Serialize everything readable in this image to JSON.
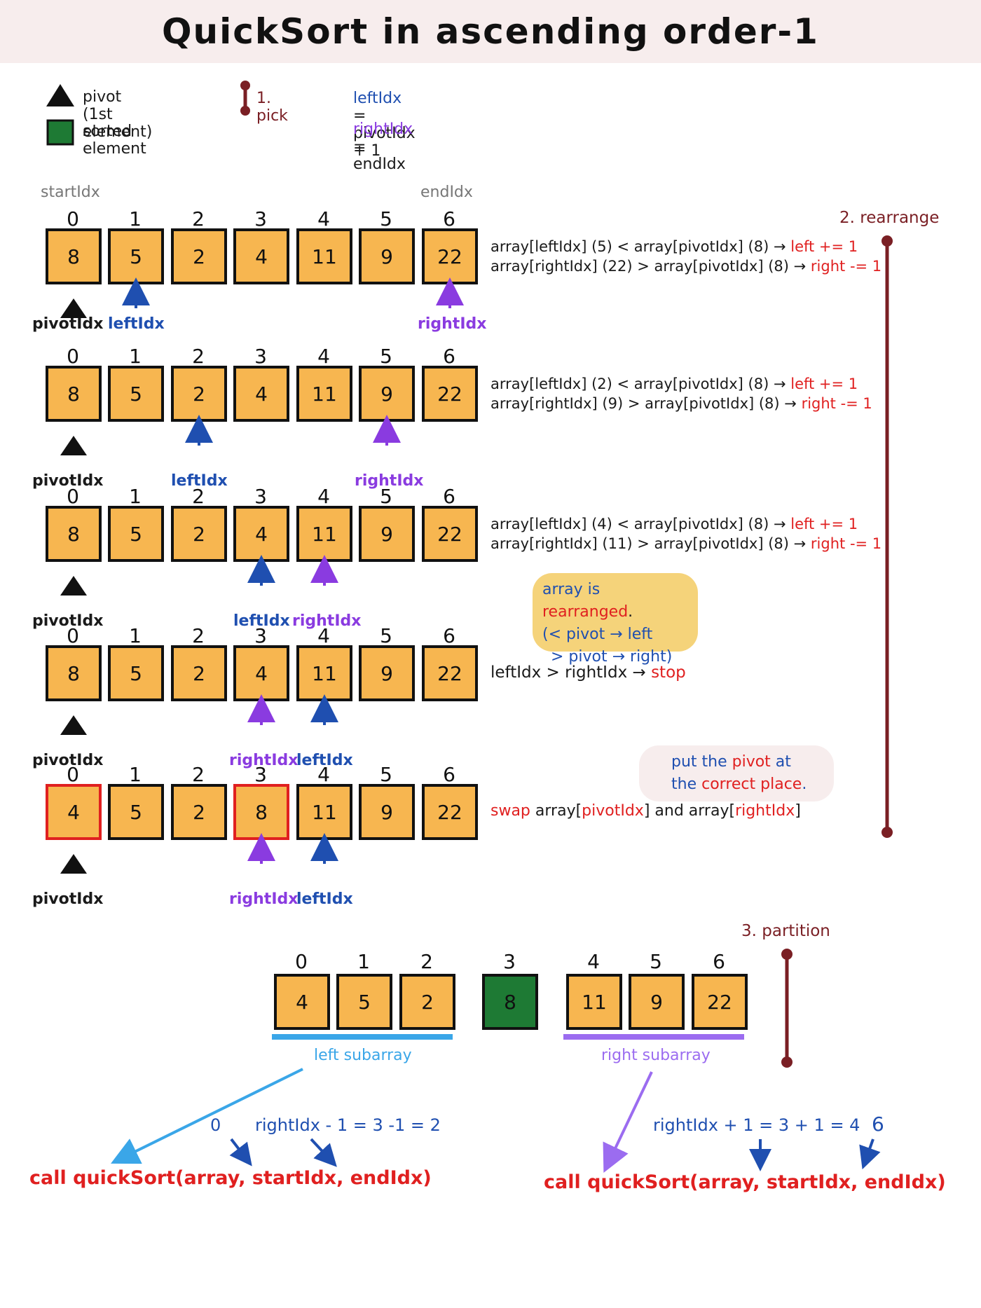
{
  "title": "QuickSort in ascending order-1",
  "legend": {
    "pivot": "pivot (1st element)",
    "sorted": "sorted element",
    "step1": "1. pick",
    "left_label": "leftIdx",
    "left_expr": " = pivotIdx + 1",
    "right_label": "rightIdx",
    "right_expr": " = endIdx"
  },
  "labels": {
    "startIdx": "startIdx",
    "endIdx": "endIdx",
    "step2": "2. rearrange",
    "step3": "3. partition",
    "pivotIdx": "pivotIdx",
    "leftIdx": "leftIdx",
    "rightIdx": "rightIdx"
  },
  "rows": [
    {
      "values": [
        "8",
        "5",
        "2",
        "4",
        "11",
        "9",
        "22"
      ],
      "line1": {
        "expr": "array[leftIdx] (5) < array[pivotIdx] (8)  → ",
        "action": "left += 1"
      },
      "line2": {
        "expr": "array[rightIdx] (22) > array[pivotIdx] (8) → ",
        "action": "right -= 1"
      }
    },
    {
      "values": [
        "8",
        "5",
        "2",
        "4",
        "11",
        "9",
        "22"
      ],
      "line1": {
        "expr": "array[leftIdx] (2) < array[pivotIdx] (8)  → ",
        "action": "left += 1"
      },
      "line2": {
        "expr": "array[rightIdx] (9) > array[pivotIdx] (8) → ",
        "action": "right -= 1"
      }
    },
    {
      "values": [
        "8",
        "5",
        "2",
        "4",
        "11",
        "9",
        "22"
      ],
      "line1": {
        "expr": "array[leftIdx] (4) < array[pivotIdx] (8) → ",
        "action": "left += 1"
      },
      "line2": {
        "expr": "array[rightIdx] (11) > array[pivotIdx] (8) → ",
        "action": "right -= 1"
      }
    },
    {
      "values": [
        "8",
        "5",
        "2",
        "4",
        "11",
        "9",
        "22"
      ],
      "line1": {
        "expr": "leftIdx > rightIdx → ",
        "action": "stop"
      }
    },
    {
      "values": [
        "4",
        "5",
        "2",
        "8",
        "11",
        "9",
        "22"
      ],
      "line1": {
        "pre": "swap",
        "expr": " array[",
        "p": "pivotIdx",
        "mid": "] and array[",
        "r": "rightIdx",
        "end": "]"
      }
    }
  ],
  "indices": [
    "0",
    "1",
    "2",
    "3",
    "4",
    "5",
    "6"
  ],
  "bubble1": {
    "a": "array is ",
    "b": "rearranged",
    "c": ".",
    "line2": "(< pivot → left",
    "line3": "> pivot → right)"
  },
  "bubble2": {
    "a": "put the ",
    "b": "pivot",
    "c": " at",
    "d": "the ",
    "e": "correct place",
    "f": "."
  },
  "partition": {
    "left_values": [
      "4",
      "5",
      "2"
    ],
    "pivot_value": "8",
    "right_values": [
      "11",
      "9",
      "22"
    ],
    "left_indices": [
      "0",
      "1",
      "2"
    ],
    "pivot_index": "3",
    "right_indices": [
      "4",
      "5",
      "6"
    ],
    "left_label": "left subarray",
    "right_label": "right subarray"
  },
  "calls": {
    "left_start": "0",
    "left_end": "rightIdx - 1 = 3 -1 = 2",
    "right_start": "rightIdx + 1 = 3 + 1 = 4",
    "right_end": "6",
    "call_text": "call quickSort(array, startIdx, endIdx)"
  },
  "colors": {
    "cell": "#f7b650",
    "sorted": "#1e7a34",
    "maroon": "#7a1f24",
    "blue": "#1f4fb0",
    "purple": "#8a3be0",
    "red": "#e02020",
    "bubble_yellow": "#f5d37a",
    "bubble_pink": "#f7eded"
  }
}
